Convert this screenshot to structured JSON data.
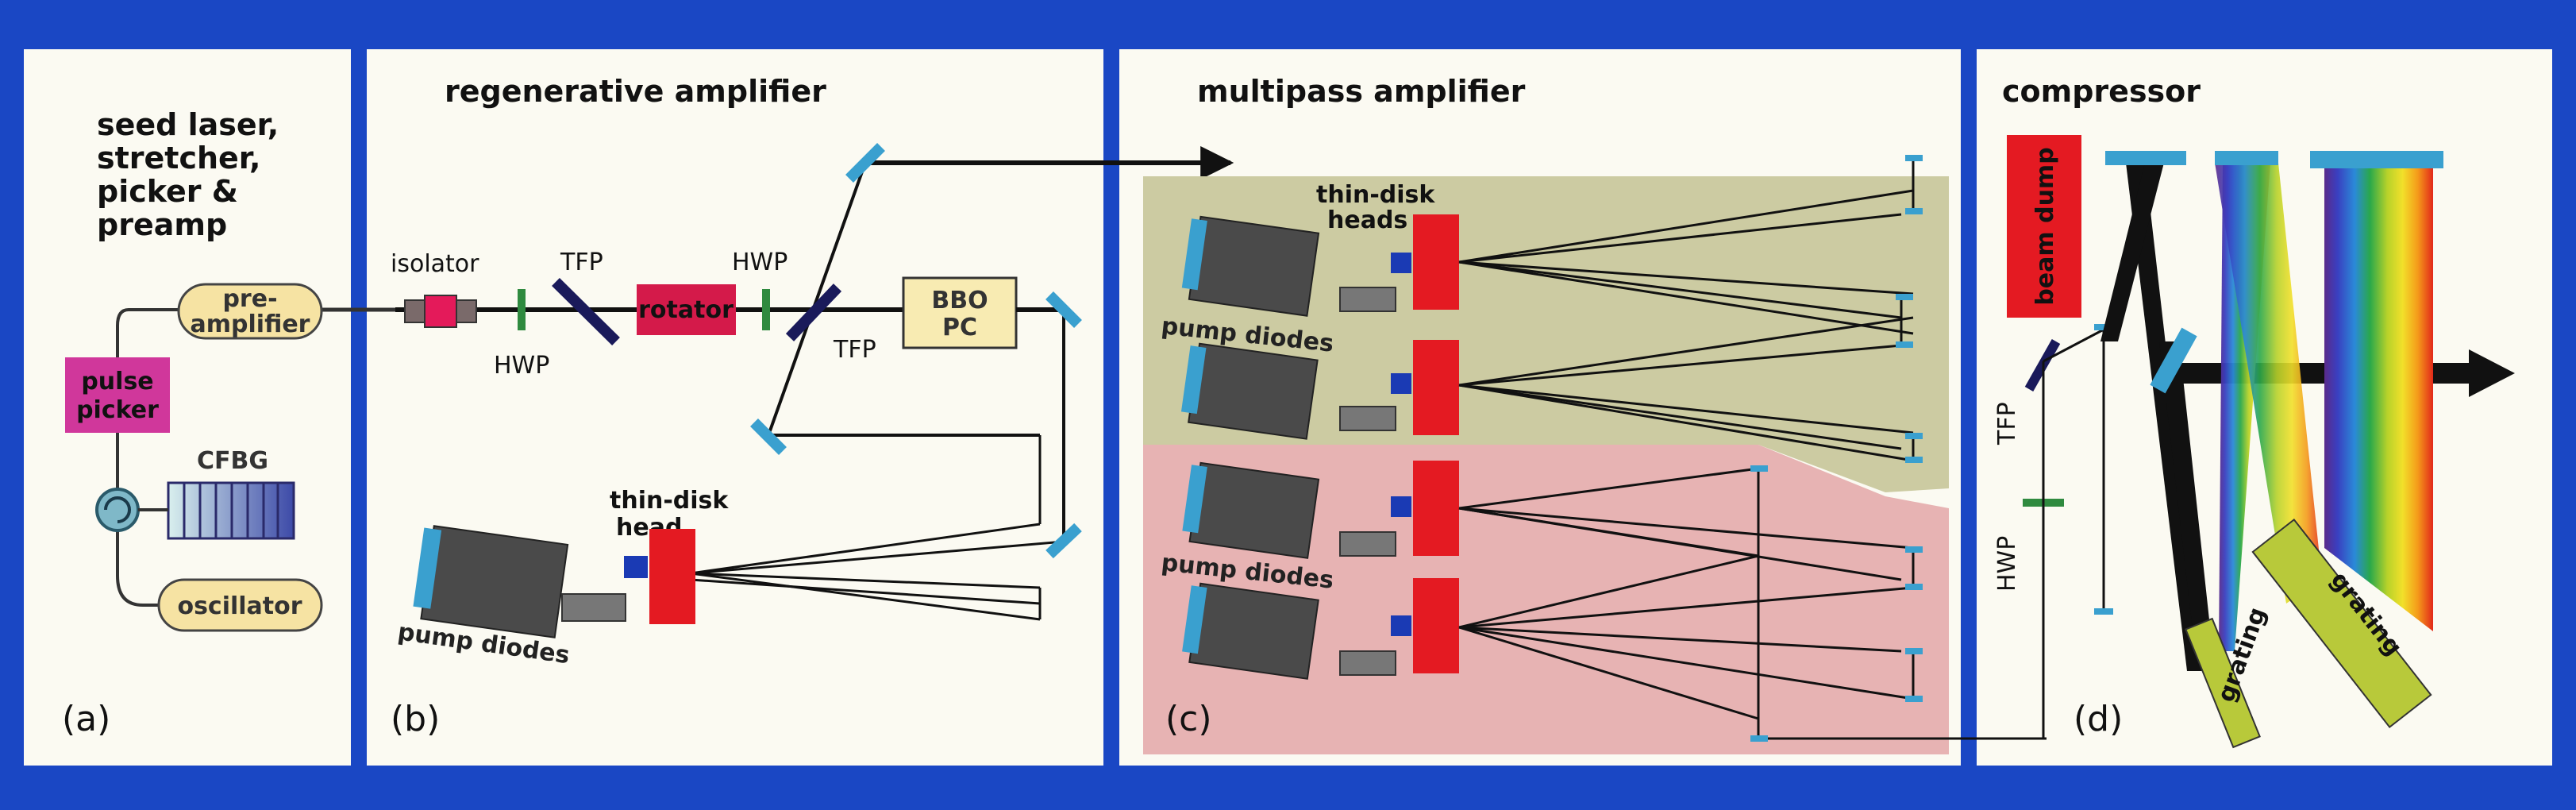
{
  "colors": {
    "frame_blue": "#1a47c4",
    "panel_bg": "#fbfaf2",
    "olive_zone": "#cccba2",
    "pink_zone": "#e7b3b3",
    "disk_red": "#e41a22",
    "picker_magenta": "#d0379b",
    "amp_yellow": "#f6e3a3",
    "bbo_yellow": "#f8ebb2",
    "dump_red": "#e41a22",
    "grating_green": "#b8c93a",
    "mirror_blue": "#3aa0cf",
    "hwp_green": "#2f8a3f"
  },
  "panels": {
    "a": {
      "letter": "(a)",
      "title_lines": [
        "seed laser,",
        "stretcher,",
        "picker &",
        "preamp"
      ],
      "components": {
        "preamp": [
          "pre-",
          "amplifier"
        ],
        "picker": [
          "pulse",
          "picker"
        ],
        "cfbg": "CFBG",
        "oscillator": "oscillator"
      }
    },
    "b": {
      "letter": "(b)",
      "title": "regenerative amplifier",
      "labels": {
        "isolator": "isolator",
        "tfp_1": "TFP",
        "hwp_1": "HWP",
        "rotator": "rotator",
        "hwp_2": "HWP",
        "tfp_2": "TFP",
        "bbo": [
          "BBO",
          "PC"
        ],
        "disk_head": [
          "thin-disk",
          "head"
        ],
        "pump": "pump diodes"
      }
    },
    "c": {
      "letter": "(c)",
      "title": "multipass amplifier",
      "labels": {
        "disk_heads": [
          "thin-disk",
          "heads"
        ],
        "pump_1": "pump diodes",
        "pump_2": "pump diodes"
      }
    },
    "d": {
      "letter": "(d)",
      "title": "compressor",
      "labels": {
        "beam_dump": "beam dump",
        "tfp": "TFP",
        "hwp": "HWP",
        "grating_small": "grating",
        "grating_large": "grating"
      }
    }
  }
}
